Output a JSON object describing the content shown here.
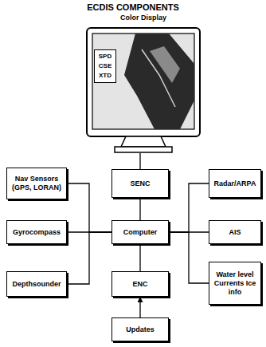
{
  "diagram": {
    "title": "ECDIS COMPONENTS",
    "nodes": [
      {
        "text": [
          "Color Display"
        ]
      },
      {
        "text": [
          "SPD CSE XTD"
        ],
        "in": 0
      },
      {
        "text": [
          "Nav Sensors (GPS, LORAN)"
        ]
      },
      {
        "text": [
          "SENC"
        ]
      },
      {
        "text": [
          "Radar/ARPA"
        ]
      },
      {
        "text": [
          "Gyrocompass"
        ]
      },
      {
        "text": [
          "Computer"
        ]
      },
      {
        "text": [
          "AIS"
        ]
      },
      {
        "text": [
          "Depthsounder"
        ]
      },
      {
        "text": [
          "ENC"
        ]
      },
      {
        "text": [
          "Water level Currents Ice info"
        ]
      },
      {
        "text": [
          "Updates"
        ]
      }
    ],
    "edges": [
      {
        "from": 0,
        "to": 3,
        "arrow": "none"
      },
      {
        "from": 3,
        "to": 6,
        "arrow": "none"
      },
      {
        "from": 2,
        "to": 6,
        "arrow": "none"
      },
      {
        "from": 5,
        "to": 6,
        "arrow": "none"
      },
      {
        "from": 8,
        "to": 6,
        "arrow": "none"
      },
      {
        "from": 4,
        "to": 6,
        "arrow": "none"
      },
      {
        "from": 7,
        "to": 6,
        "arrow": "none"
      },
      {
        "from": 10,
        "to": 6,
        "arrow": "none"
      },
      {
        "from": 6,
        "to": 9,
        "arrow": "none"
      },
      {
        "from": 11,
        "to": 9,
        "arrow": "to"
      }
    ]
  }
}
